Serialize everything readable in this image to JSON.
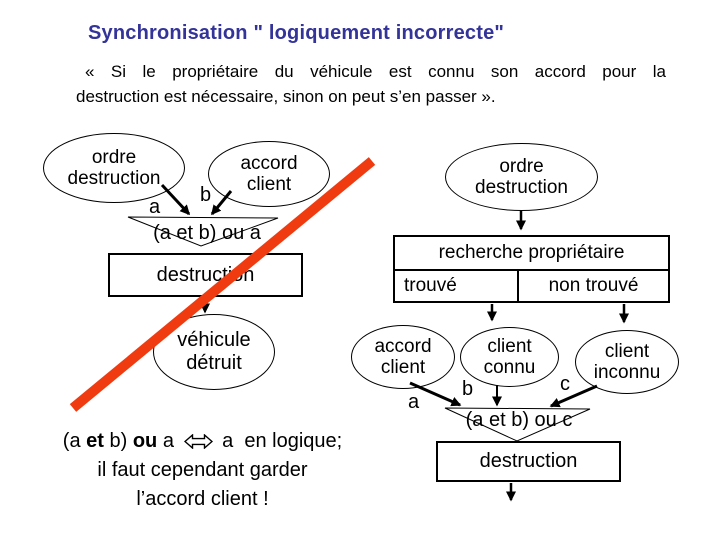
{
  "title": "Synchronisation \" logiquement incorrecte\"",
  "intro": {
    "line1": "« Si le propriétaire du véhicule est connu son accord pour la",
    "line2": "destruction est nécessaire, sinon on peut s’en passer »."
  },
  "left_diagram": {
    "ordre_destruction": "ordre\ndestruction",
    "accord_client": "accord\nclient",
    "label_a": "a",
    "label_b": "b",
    "condition": "(a et b) ou a",
    "action": "destruction",
    "vehicule_detruit": "véhicule\ndétruit"
  },
  "right_diagram": {
    "ordre_destruction": "ordre\ndestruction",
    "recherche_proprietaire": "recherche propriétaire",
    "trouve": "trouvé",
    "non_trouve": "non trouvé",
    "accord_client": "accord\nclient",
    "client_connu": "client\nconnu",
    "client_inconnu": "client\ninconnu",
    "label_a": "a",
    "label_b": "b",
    "label_c": "c",
    "condition": "(a et b) ou c",
    "action": "destruction"
  },
  "note": {
    "part1": "(a ",
    "bold_et": "et",
    "part2": " b) ",
    "bold_ou": "ou",
    "part3": " a ",
    "equiv_symbol": "⇔",
    "part4": " a  en logique;",
    "line2": "il faut cependant garder",
    "line3": "l’accord client !"
  },
  "colors": {
    "title": "#333399",
    "cross": "#F03B10",
    "ink": "#000000"
  }
}
